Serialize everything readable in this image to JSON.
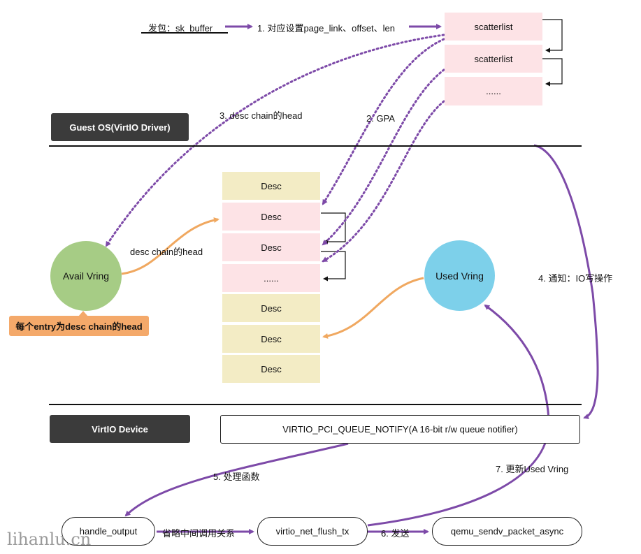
{
  "top": {
    "send_packet": "发包：sk_buffer",
    "step1": "1. 对应设置page_link、offset、len"
  },
  "scatterlist": [
    "scatterlist",
    "scatterlist",
    "......"
  ],
  "guest_label": "Guest OS(VirtIO Driver)",
  "step3": "3. desc chain的head",
  "step2": "2. GPA",
  "desc": [
    "Desc",
    "Desc",
    "Desc",
    "......",
    "Desc",
    "Desc",
    "Desc"
  ],
  "avail_vring": "Avail Vring",
  "avail_note": "每个entry为desc chain的head",
  "desc_chain_head": "desc chain的head",
  "used_vring": "Used Vring",
  "step4": "4. 通知：IO写操作",
  "device_label": "VirtIO Device",
  "notify_box": "VIRTIO_PCI_QUEUE_NOTIFY(A 16-bit r/w queue notifier)",
  "step5": "5. 处理函数",
  "step7": "7. 更新Used Vring",
  "handle_output": "handle_output",
  "omit_calls": "省略中间调用关系",
  "flush_tx": "virtio_net_flush_tx",
  "step6": "6. 发送",
  "sendv": "qemu_sendv_packet_async",
  "watermark": "lihanlu.cn",
  "colors": {
    "purple": "#7d4aa8",
    "orange": "#f0a860",
    "green": "#a6cc85",
    "blue": "#7dd0ea",
    "dark": "#3b3b3b"
  }
}
